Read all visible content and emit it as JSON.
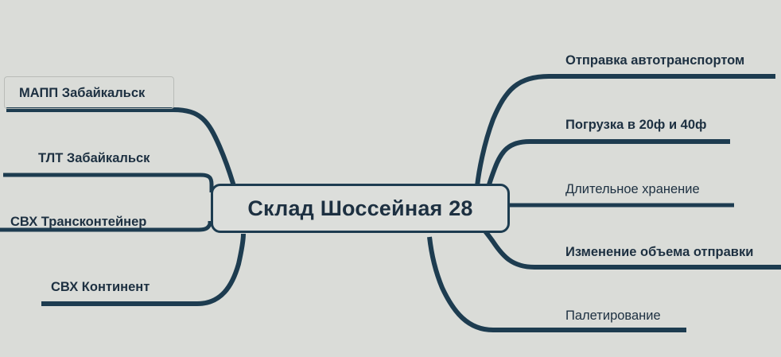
{
  "diagram": {
    "type": "mind-map",
    "background_color": "#dadcd8",
    "branch_color": "#1d3c50",
    "text_color": "#1d3041",
    "root": {
      "label": "Склад Шоссейная 28"
    },
    "left_branches": [
      {
        "label": "МАПП Забайкальск",
        "selected": true,
        "weight": "bold"
      },
      {
        "label": "ТЛТ Забайкальск",
        "selected": false,
        "weight": "bold"
      },
      {
        "label": "СВХ Трансконтейнер",
        "selected": false,
        "weight": "bold"
      },
      {
        "label": "СВХ Континент",
        "selected": false,
        "weight": "bold"
      }
    ],
    "right_branches": [
      {
        "label": "Отправка автотранспортом",
        "weight": "bold"
      },
      {
        "label": "Погрузка в 20ф и 40ф",
        "weight": "bold"
      },
      {
        "label": "Длительное хранение",
        "weight": "normal"
      },
      {
        "label": "Изменение объема отправки",
        "weight": "bold"
      },
      {
        "label": "Палетирование",
        "weight": "normal"
      }
    ]
  }
}
